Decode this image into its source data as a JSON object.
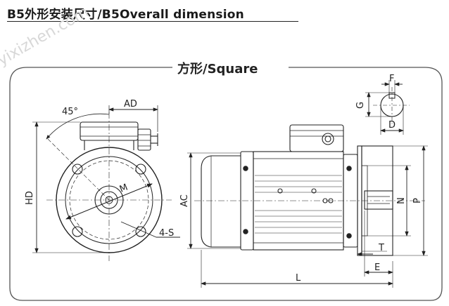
{
  "header": {
    "title": "B5外形安装尺寸/B5Overall dimension"
  },
  "panel": {
    "title": "方形/Square"
  },
  "front_view": {
    "labels": {
      "angle": "45°",
      "ad": "AD",
      "hd": "HD",
      "m": "M",
      "holes": "4-S"
    }
  },
  "side_view": {
    "labels": {
      "ac": "AC",
      "l": "L",
      "n": "N",
      "p": "P",
      "t": "T",
      "e": "E"
    }
  },
  "shaft_detail": {
    "labels": {
      "f": "F",
      "g": "G",
      "d": "D"
    }
  },
  "watermark": {
    "text": "yixizhen.com"
  },
  "colors": {
    "line": "#222222",
    "frame": "#555555",
    "watermark": "#d8d8d8"
  }
}
